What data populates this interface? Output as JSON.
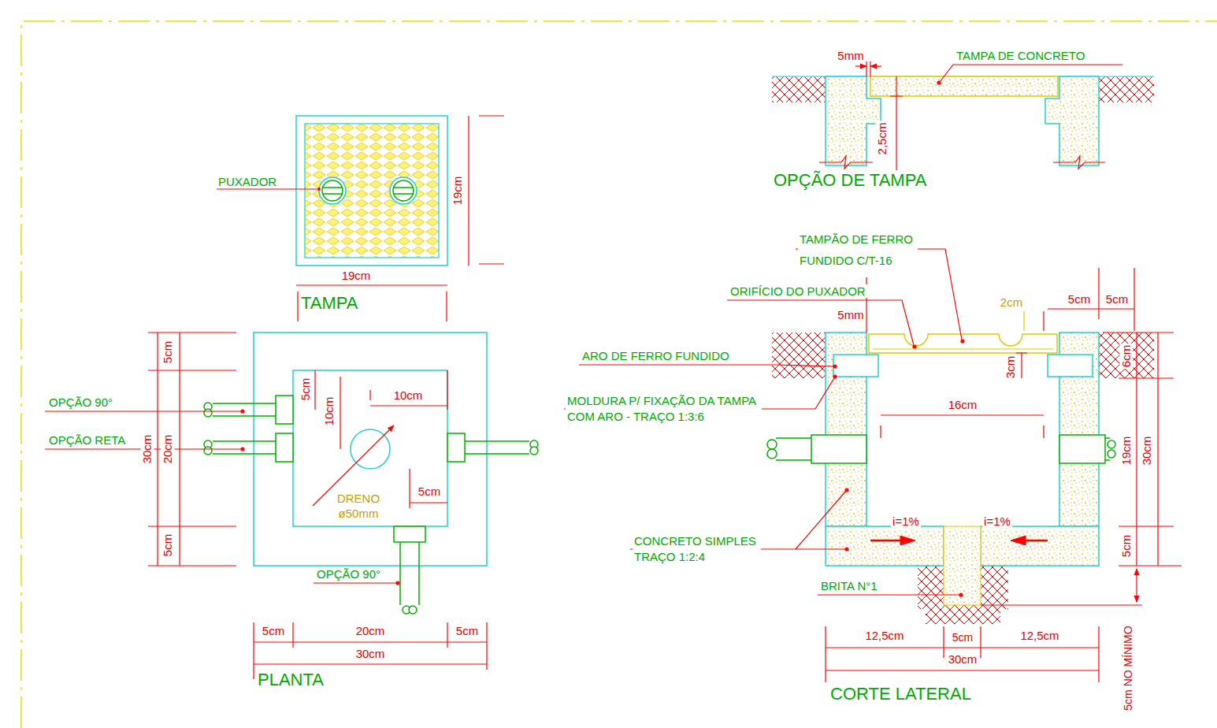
{
  "diagram": {
    "labels": [
      "PUXADOR",
      "19cm",
      "19cm",
      "TAMPA",
      "5cm",
      "OPÇÃO 90°",
      "5cm",
      "10cm",
      "10cm",
      "OPÇÃO RETA",
      "30cm",
      "20cm",
      "DRENO",
      "ø50mm",
      "5cm",
      "5cm",
      "OPÇÃO 90°",
      "5cm",
      "20cm",
      "5cm",
      "30cm",
      "PLANTA",
      "5mm",
      "TAMPA DE CONCRETO",
      "2,5cm",
      "OPÇÃO DE TAMPA",
      "TAMPÃO DE FERRO FUNDIDO C/T-16",
      "ORIFÍCIO DO PUXADOR",
      "5mm",
      "2cm",
      "5cm",
      "5cm",
      "ARO DE FERRO FUNDIDO",
      "6cm",
      "3cm",
      "MOLDURA P/ FIXAÇÃO DA TAMPA COM ARO - TRAÇO 1:3:6",
      "16cm",
      "19cm",
      "30cm",
      "i=1%",
      "i=1%",
      "CONCRETO SIMPLES TRAÇO 1:2:4",
      "5cm",
      "BRITA N°1",
      "12,5cm",
      "5cm",
      "12,5cm",
      "30cm",
      "5cm NO MÍNIMO",
      "CORTE LATERAL"
    ]
  }
}
